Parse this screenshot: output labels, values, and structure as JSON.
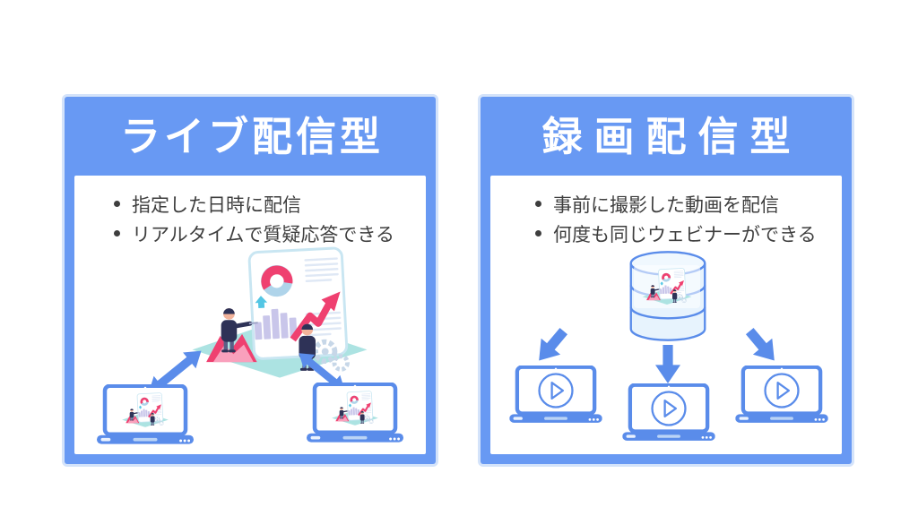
{
  "page": {
    "background": "#FFFFFF"
  },
  "colors": {
    "page_bg": "#FFFFFF",
    "panel_blue": "#6899F3",
    "accent_blue": "#5A8CEA",
    "panel_halo": "#D4E3FA",
    "text": "#3E3E3E",
    "teal_platform": "#ACE3E2",
    "pink": "#EF4070",
    "lavender": "#C9C6EA",
    "light_blue": "#AFD4EA",
    "db_fill": "#E7F3FD"
  },
  "panels": [
    {
      "id": "live",
      "title": "ライブ配信型",
      "bullets": [
        "指定した日時に配信",
        "リアルタイムで質疑応答できる"
      ]
    },
    {
      "id": "recorded",
      "title": "録画配信型",
      "bullets": [
        "事前に撮影した動画を配信",
        "何度も同じウェビナーができる"
      ]
    }
  ],
  "icons": {
    "presentation-scene-icon": "isometric webinar presentation illustration (presenters, donut chart, bar chart, rising arrow, gears)",
    "laptop-icon": "blue outline laptop",
    "play-icon": "circled play button",
    "database-icon": "stacked data cylinder",
    "double-arrow-icon": "two-way diagonal arrow",
    "down-arrow-icon": "one-way thick arrow",
    "bullet-dot-icon": "list bullet dot"
  }
}
